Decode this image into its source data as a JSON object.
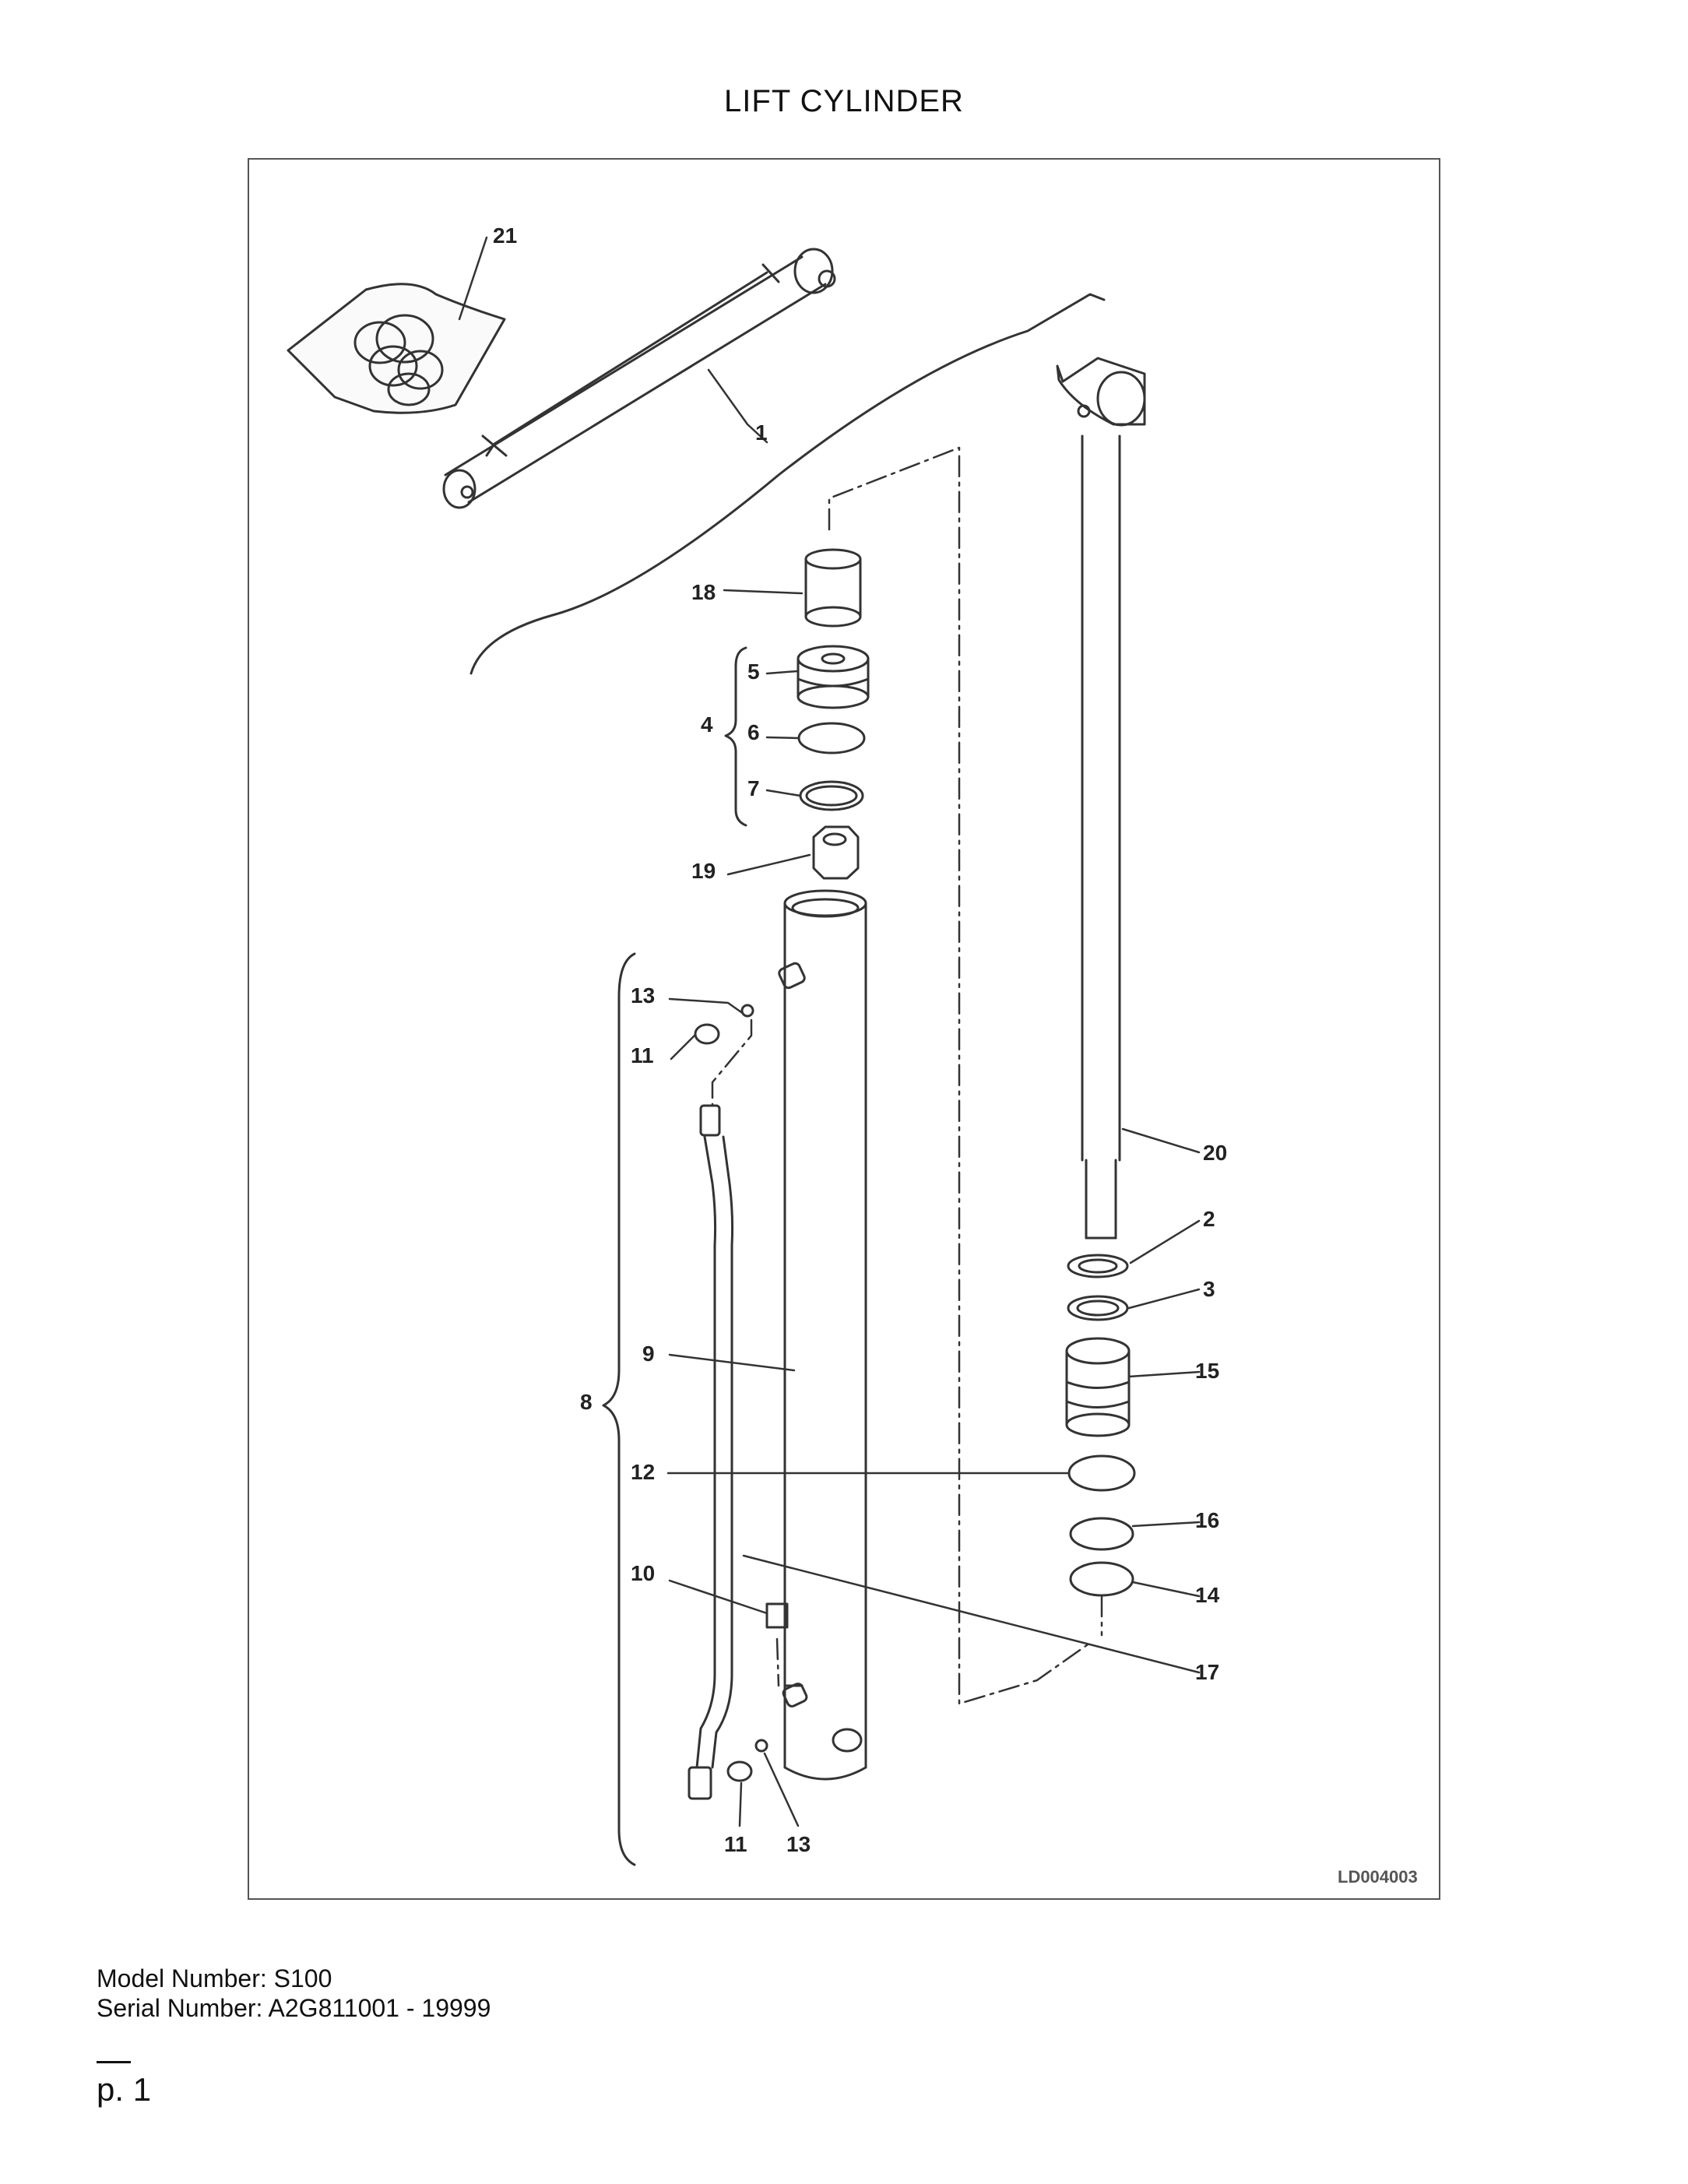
{
  "title": "LIFT CYLINDER",
  "diagram_code": "LD004003",
  "callouts": {
    "c21": "21",
    "c1": "1",
    "c18": "18",
    "c5": "5",
    "c4": "4",
    "c6": "6",
    "c7": "7",
    "c19": "19",
    "c13a": "13",
    "c11a": "11",
    "c20": "20",
    "c2": "2",
    "c3": "3",
    "c15": "15",
    "c9": "9",
    "c8": "8",
    "c12": "12",
    "c16": "16",
    "c14": "14",
    "c10": "10",
    "c17": "17",
    "c11b": "11",
    "c13b": "13"
  },
  "model_line": "Model Number: S100",
  "serial_line": "Serial Number: A2G811001 - 19999",
  "page_label": "p. 1"
}
